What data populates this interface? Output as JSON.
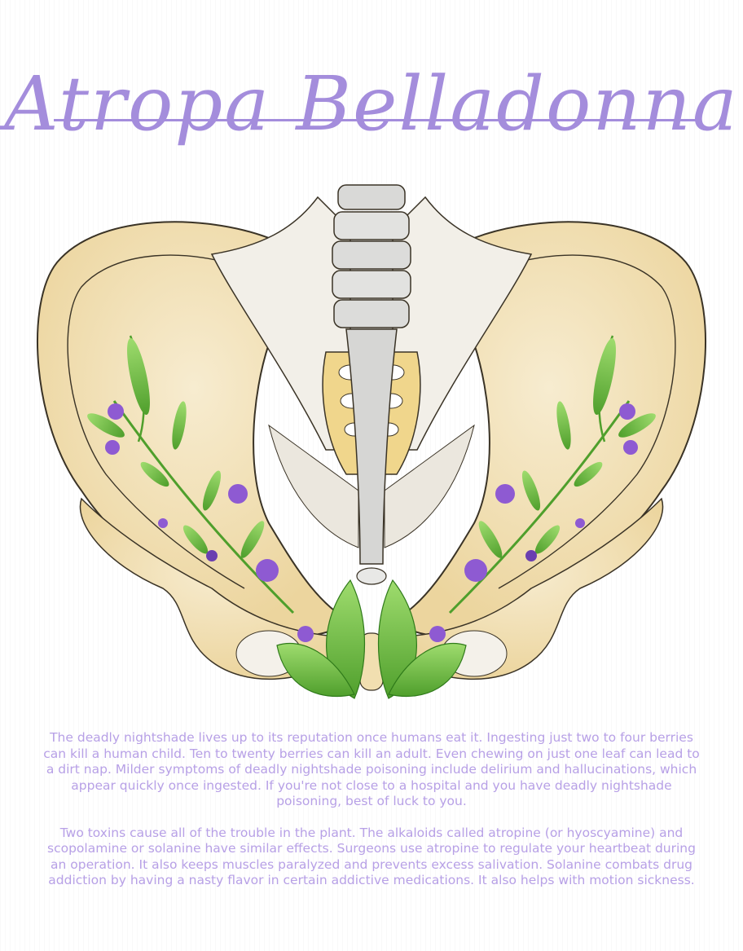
{
  "title": "Atropa Belladonna",
  "paragraphs": [
    "The deadly nightshade lives up to its reputation once humans eat it. Ingesting just two to four berries can kill a human child. Ten to twenty berries can kill an adult. Even chewing on just one leaf can lead to a dirt nap. Milder symptoms of deadly nightshade poisoning include delirium and hallucinations, which appear quickly once ingested. If you're not close to a hospital and you have deadly nightshade poisoning, best of luck to you.",
    "Two toxins cause all of the trouble in the plant. The alkaloids called atropine (or hyoscyamine) and scopolamine or solanine have similar effects.  Surgeons use atropine to regulate your heartbeat during an operation. It also keeps muscles paralyzed and prevents excess salivation. Solanine combats drug addiction by having a nasty flavor in certain addictive medications. It also helps with motion sickness."
  ],
  "colors": {
    "accent": "#a48ddc",
    "body_text": "#b7a0e6",
    "bone": "#f1dfb0",
    "bone_outline": "#3a3326",
    "leaf": "#6cc04a",
    "flower": "#8e5ad2"
  }
}
